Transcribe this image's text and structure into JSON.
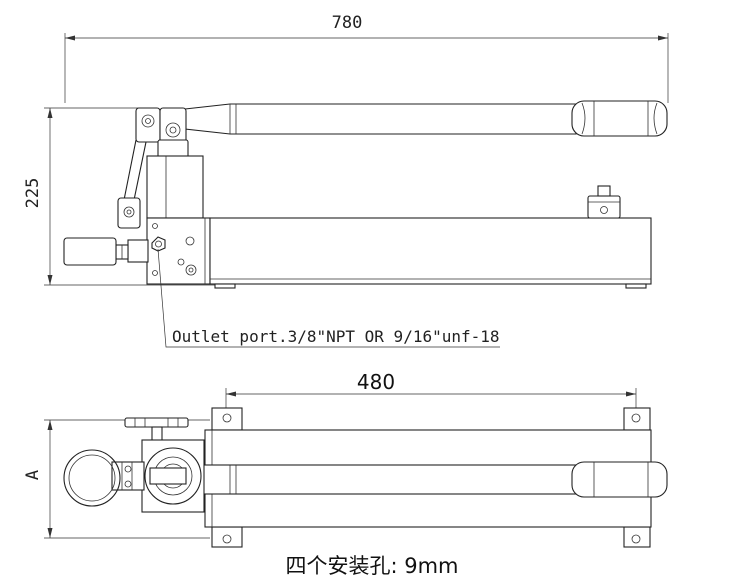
{
  "dimensions": {
    "overall_length": "780",
    "height": "225",
    "mount_spacing": "480",
    "width_label": "A"
  },
  "annotations": {
    "outlet_port": "Outlet port.3/8\"NPT OR 9/16\"unf-18",
    "mounting_note": "四个安装孔: 9mm"
  }
}
